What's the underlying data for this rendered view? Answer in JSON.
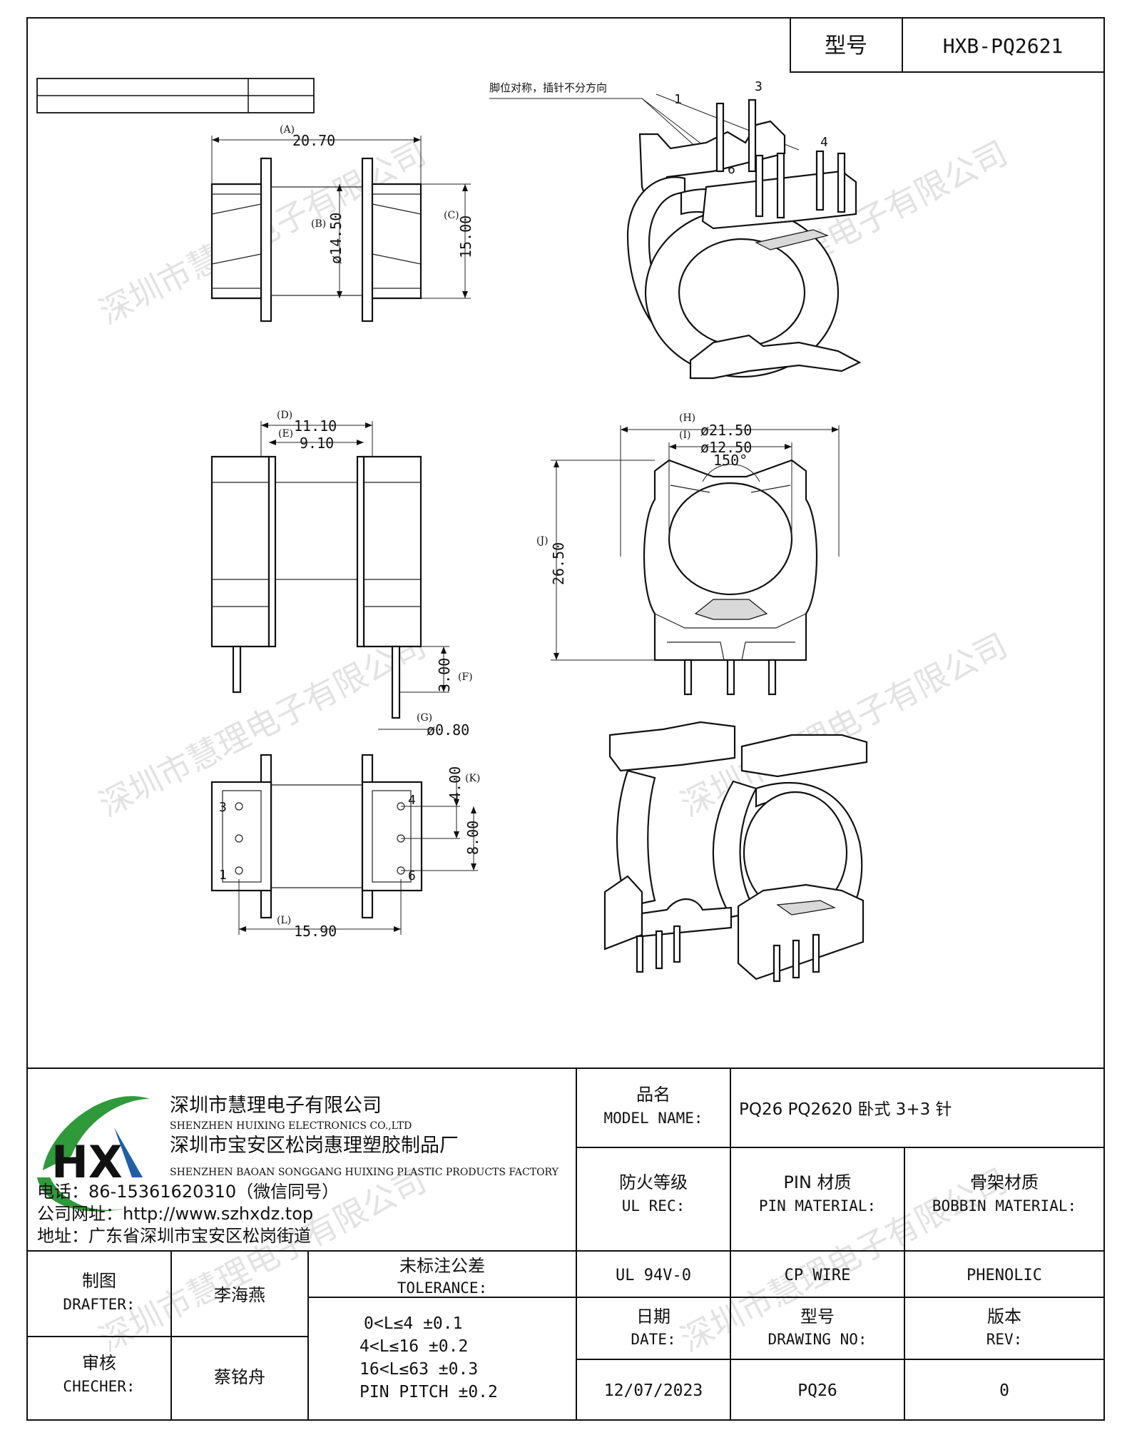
{
  "header": {
    "model_label": "型号",
    "model_value": "HXB-PQ2621"
  },
  "notes": {
    "pin_note": "脚位对称，插针不分方向"
  },
  "pin_numbers": {
    "p1": "1",
    "p3": "3",
    "p4": "4",
    "p6": "6"
  },
  "dimensions": {
    "A": {
      "code": "(A)",
      "value": "20.70"
    },
    "B": {
      "code": "(B)",
      "value": "ø14.50"
    },
    "C": {
      "code": "(C)",
      "value": "15.00"
    },
    "D": {
      "code": "(D)",
      "value": "11.10"
    },
    "E": {
      "code": "(E)",
      "value": "9.10"
    },
    "F": {
      "code": "(F)",
      "value": "3.00"
    },
    "G": {
      "code": "(G)",
      "value": "ø0.80"
    },
    "H": {
      "code": "(H)",
      "value": "ø21.50"
    },
    "I": {
      "code": "(I)",
      "value": "ø12.50"
    },
    "angle": {
      "value": "150°"
    },
    "J": {
      "code": "(J)",
      "value": "26.50"
    },
    "K": {
      "code": "(K)",
      "value": "4.00"
    },
    "K2": {
      "value": "8.00"
    },
    "L": {
      "code": "(L)",
      "value": "15.90"
    }
  },
  "watermark": "深圳市慧理电子有限公司",
  "company": {
    "name_cn": "深圳市慧理电子有限公司",
    "name_en": "SHENZHEN HUIXING ELECTRONICS CO.,LTD",
    "factory_cn": "深圳市宝安区松岗惠理塑胶制品厂",
    "factory_en": "SHENZHEN BAOAN SONGGANG HUIXING PLASTIC PRODUCTS FACTORY",
    "phone": "电话：86-15361620310（微信同号）",
    "website": "公司网址：http://www.szhxdz.top",
    "address": "地址：广东省深圳市宝安区松岗街道",
    "logo_text": "HX",
    "colors": {
      "green": "#2e9a3a",
      "yellow": "#f2c200",
      "blue": "#1f5fa8"
    }
  },
  "title_block": {
    "model_name_cn": "品名",
    "model_name_en": "MODEL NAME:",
    "model_name_value": "PQ26 PQ2620 卧式 3+3 针",
    "ul_cn": "防火等级",
    "ul_en": "UL REC:",
    "pin_mat_cn": "PIN 材质",
    "pin_mat_en": "PIN MATERIAL:",
    "bobbin_mat_cn": "骨架材质",
    "bobbin_mat_en": "BOBBIN MATERIAL:",
    "ul_value": "UL 94V-0",
    "pin_mat_value": "CP WIRE",
    "bobbin_mat_value": "PHENOLIC",
    "drafter_cn": "制图",
    "drafter_en": "DRAFTER:",
    "drafter_name": "李海燕",
    "checker_cn": "审核",
    "checker_en": "CHECHER:",
    "checker_name": "蔡铭舟",
    "tolerance_cn": "未标注公差",
    "tolerance_en": "TOLERANCE:",
    "tolerance_lines": [
      "0<L≤4  ±0.1",
      "4<L≤16  ±0.2",
      "16<L≤63  ±0.3",
      "PIN PITCH  ±0.2"
    ],
    "date_cn": "日期",
    "date_en": "DATE:",
    "date_value": "12/07/2023",
    "drawing_cn": "型号",
    "drawing_en": "DRAWING NO:",
    "drawing_value": "PQ26",
    "rev_cn": "版本",
    "rev_en": "REV:",
    "rev_value": "0"
  }
}
